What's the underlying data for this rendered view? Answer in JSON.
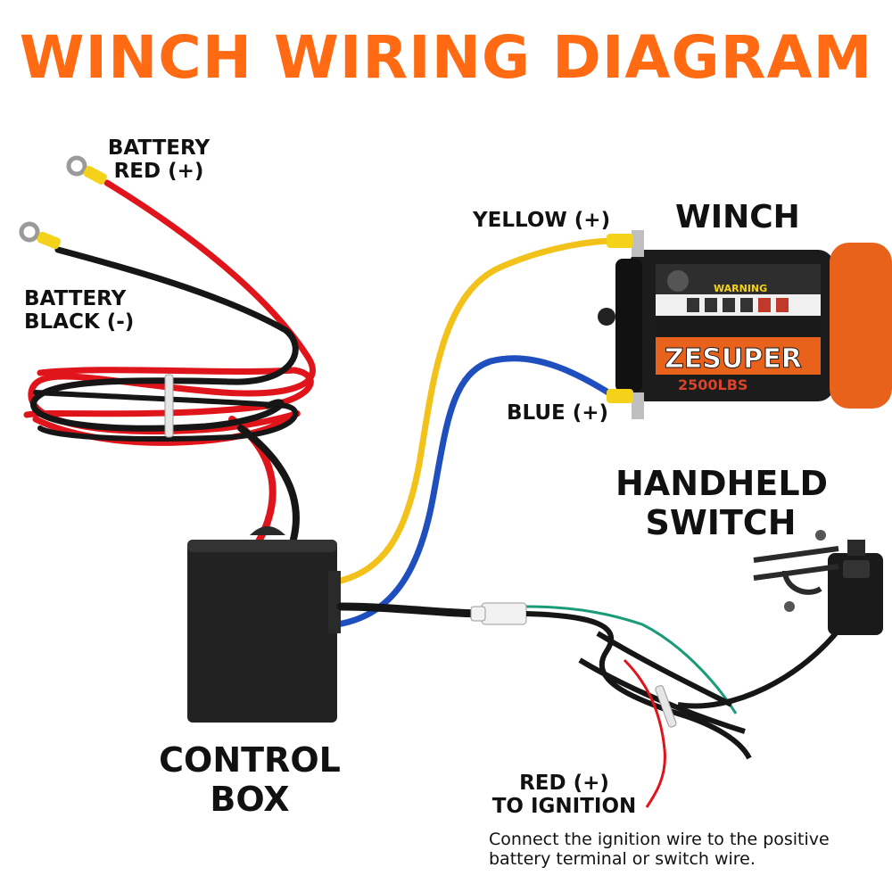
{
  "title": "WINCH WIRING DIAGRAM",
  "labels": {
    "battery_red": [
      "BATTERY",
      "RED (+)"
    ],
    "battery_black": [
      "BATTERY",
      "BLACK (-)"
    ],
    "yellow": "YELLOW (+)",
    "winch": "WINCH",
    "blue": "BLUE (+)",
    "handheld_switch": [
      "HANDHELD",
      "SWITCH"
    ],
    "control_box": [
      "CONTROL",
      "BOX"
    ],
    "red_ignition": [
      "RED (+)",
      "TO IGNITION"
    ]
  },
  "note": "Connect the ignition wire to the positive battery terminal or switch wire.",
  "winch_brand": "ZESUPER",
  "winch_rating": "2500LBS",
  "winch_warning": "WARNING",
  "colors": {
    "title": "#ff6a13",
    "winch_body": "#e8621c",
    "red_wire": "#e0141b",
    "black_wire": "#161616",
    "yellow_wire": "#f3c21a",
    "blue_wire": "#1f4fbf",
    "green_wire": "#1a9b77",
    "terminal_yellow": "#f5d21a",
    "box": "#222222"
  }
}
